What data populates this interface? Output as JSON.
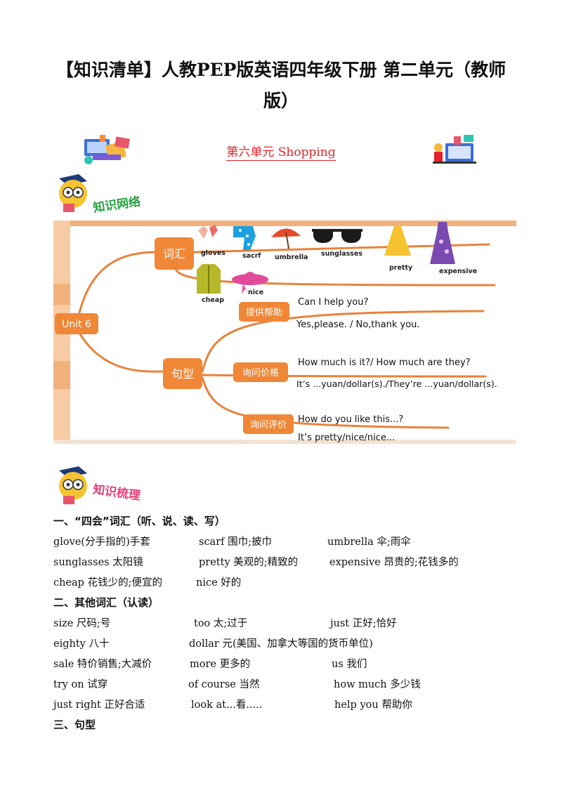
{
  "doc": {
    "title_line1": "【知识清单】人教PEP版英语四年级下册 第二单元（教师",
    "title_line2": "版）",
    "unit_heading": "第六单元  Shopping"
  },
  "stickers": {
    "network": "知识网络",
    "summary": "知识梳理"
  },
  "mindmap": {
    "colors": {
      "branch": "#e8823a",
      "node": "#ef8737",
      "frame": "#f2b07a"
    },
    "root": "Unit 6",
    "vocab_node": "词汇",
    "sentence_node": "句型",
    "vocab_row1": [
      {
        "label": "gloves",
        "icon": "gloves-icon"
      },
      {
        "label": "sacrf",
        "icon": "scarf-icon"
      },
      {
        "label": "umbrella",
        "icon": "umbrella-icon"
      },
      {
        "label": "sunglasses",
        "icon": "sunglasses-icon"
      },
      {
        "label": "pretty",
        "icon": "dress-icon"
      },
      {
        "label": "expensive",
        "icon": "gown-icon"
      }
    ],
    "vocab_row2": [
      {
        "label": "cheap",
        "icon": "jacket-icon"
      },
      {
        "label": "nice",
        "icon": "hat-icon"
      }
    ],
    "groups": [
      {
        "node": "提供帮助",
        "q": "Can I help you?",
        "a": "Yes,please. / No,thank you."
      },
      {
        "node": "询问价格",
        "q": "How much is it?/ How much are they?",
        "a": "It’s ...yuan/dollar(s)./They’re ...yuan/dollar(s)."
      },
      {
        "node": "询问评价",
        "q": "How do you like this...?",
        "a": "It’s pretty/nice/nice..."
      }
    ]
  },
  "sections": {
    "s1": "一、“四会”词汇（听、说、读、写）",
    "s2": "二、其他词汇（认读）",
    "s3": "三、句型"
  },
  "vocab1": [
    [
      "glove(分手指的)手套",
      "scarf  围巾;披巾",
      "umbrella 伞;雨伞"
    ],
    [
      "sunglasses  太阳镜",
      "pretty  美观的;精致的",
      "expensive  昂贵的;花钱多的"
    ],
    [
      "cheap  花钱少的;便宜的",
      "nice 好的"
    ]
  ],
  "vocab2": [
    [
      "size  尺码;号",
      "too  太;过于",
      "just  正好;恰好"
    ],
    [
      "eighty  八十",
      "dollar  元(美国、加拿大等国的货币单位)",
      ""
    ],
    [
      "sale 特价销售;大减价",
      "more  更多的",
      "us 我们"
    ],
    [
      "try on  试穿",
      "of course 当然",
      "how much  多少钱"
    ],
    [
      "just right  正好合适",
      "look at...看.....",
      "help you 帮助你"
    ]
  ]
}
